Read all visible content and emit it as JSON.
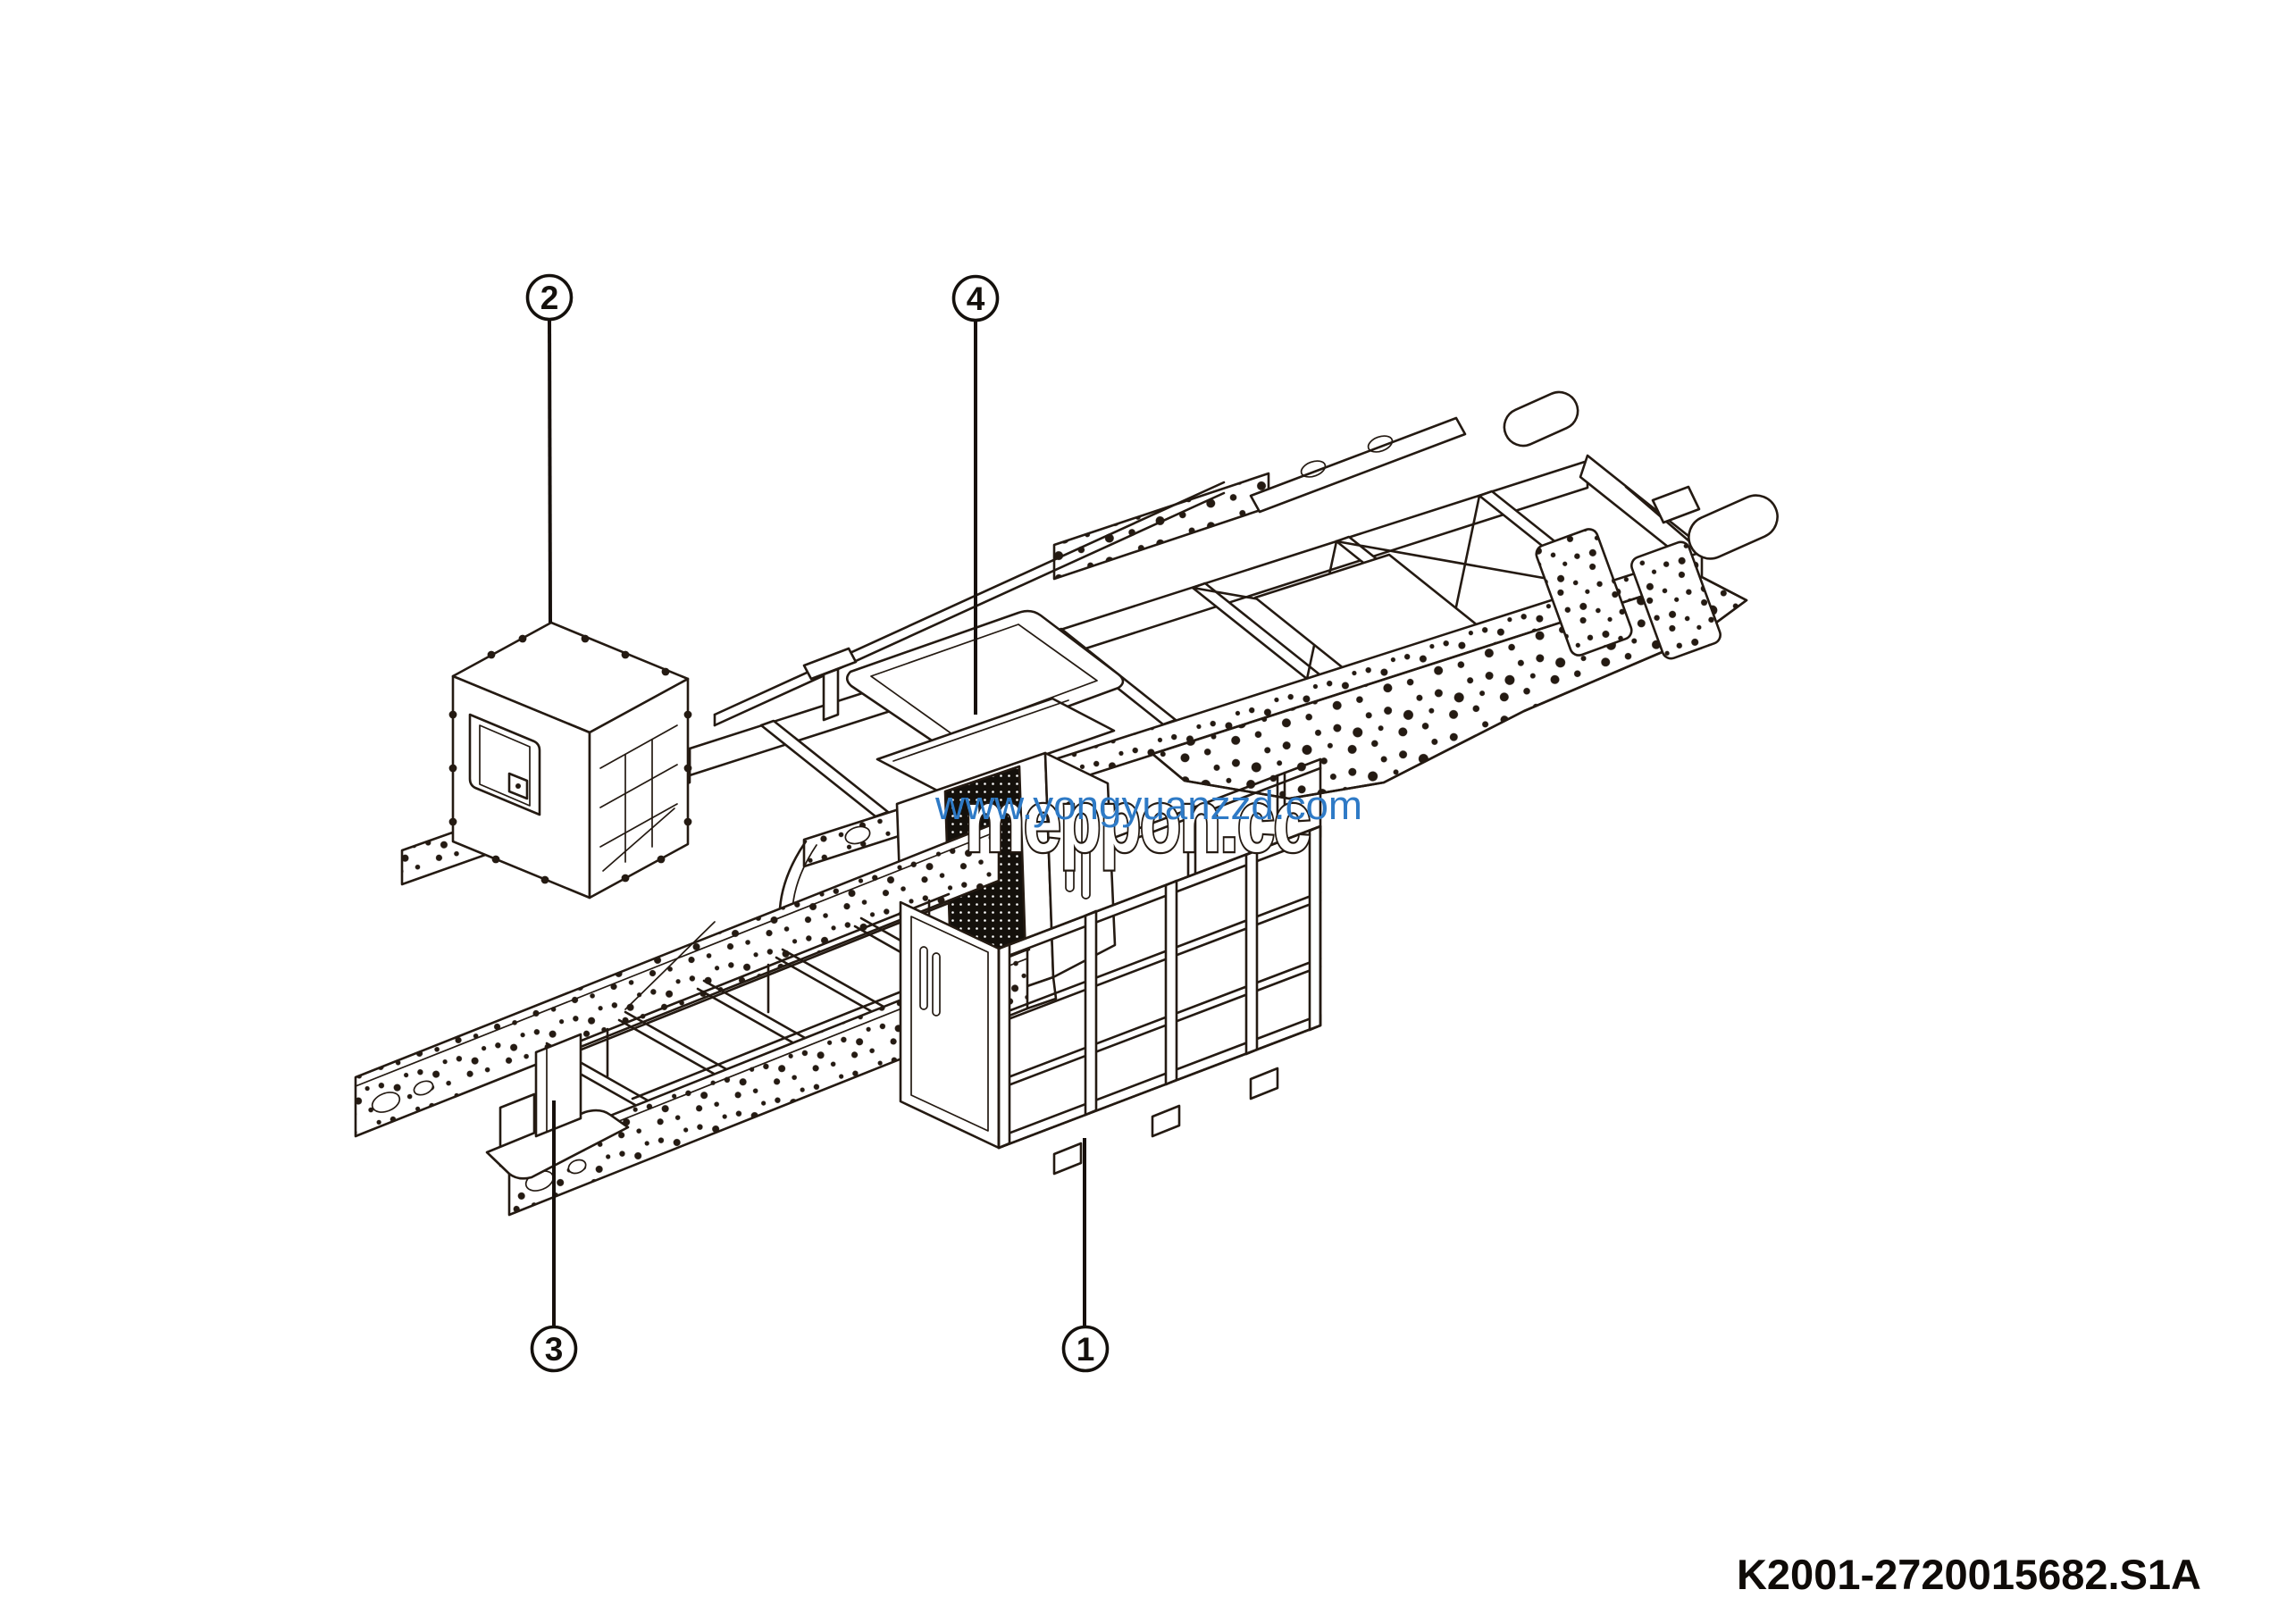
{
  "drawing": {
    "callouts": [
      {
        "label": "2"
      },
      {
        "label": "4"
      },
      {
        "label": "3"
      },
      {
        "label": "1"
      }
    ]
  },
  "watermark": {
    "url_text": "www.yongyuanzzd.com",
    "brand_text": "meppon.cc",
    "url_color": "#2e7ac6"
  },
  "footer": {
    "part_number": "K2001-2720015682.S1A"
  },
  "colors": {
    "line_ink": "#241a12",
    "background": "#ffffff"
  }
}
